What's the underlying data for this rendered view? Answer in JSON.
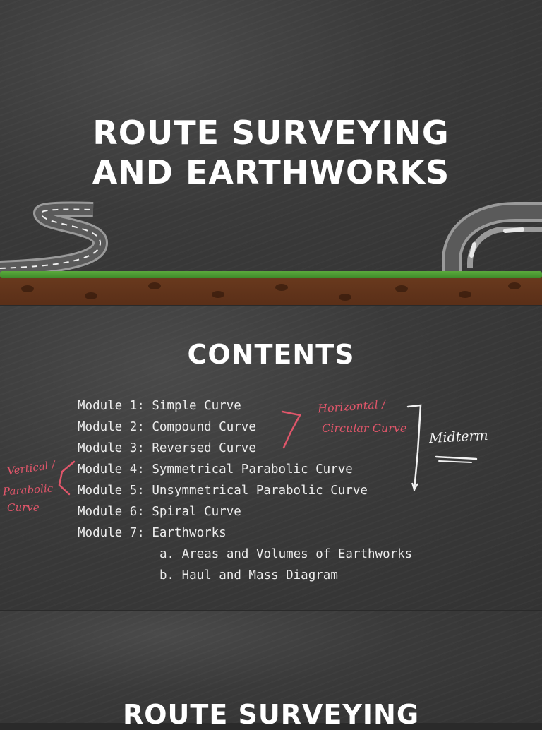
{
  "slide1": {
    "title_line1": "ROUTE SURVEYING",
    "title_line2": "AND EARTHWORKS"
  },
  "slide2": {
    "title": "CONTENTS",
    "items": [
      "Module 1: Simple Curve",
      "Module 2: Compound Curve",
      "Module 3: Reversed Curve",
      "Module 4: Symmetrical Parabolic Curve",
      "Module 5: Unsymmetrical Parabolic Curve",
      "Module 6: Spiral Curve",
      "Module 7: Earthworks",
      "a. Areas and Volumes of Earthworks",
      "b. Haul and Mass Diagram"
    ],
    "annotations": {
      "horizontal_line1": "Horizontal /",
      "horizontal_line2": "Circular Curve",
      "midterm": "Midterm",
      "vertical_line1": "Vertical /",
      "vertical_line2": "Parabolic",
      "vertical_line3": "Curve"
    }
  },
  "slide3": {
    "title_partial": "ROUTE SURVEYING"
  },
  "colors": {
    "chalkboard": "#3a3a3a",
    "annotation_red": "#e0566a",
    "grass": "#4f9a35",
    "soil": "#6a3a1e",
    "road": "#5a5a5a"
  }
}
